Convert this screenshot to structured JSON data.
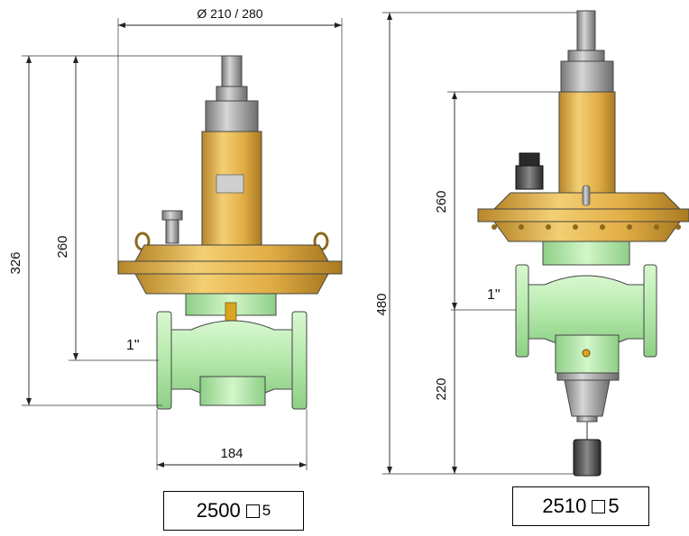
{
  "left_unit": {
    "dim_diameter": "Ø 210 / 280",
    "dim_total_height": "326",
    "dim_actuator_height": "260",
    "dim_connection": "1\"",
    "dim_width": "184",
    "label_code": "2500",
    "label_suffix": "5"
  },
  "right_unit": {
    "dim_total_height": "480",
    "dim_upper_height": "260",
    "dim_lower_height": "220",
    "dim_connection": "1\"",
    "label_code": "2510",
    "label_suffix": "5"
  },
  "colors": {
    "valve_green": "#b8efb0",
    "actuator_gold": "#e8b84a",
    "spring_grey": "#a8a8a8"
  }
}
